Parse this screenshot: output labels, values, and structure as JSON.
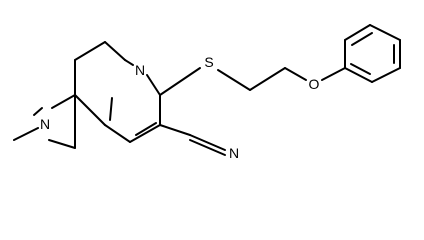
{
  "molecule": {
    "atoms": {
      "n_pyridine": "N",
      "s_thioether": "S",
      "o_ether": "O",
      "n_ring": "N",
      "n_nitrile": "N"
    }
  }
}
